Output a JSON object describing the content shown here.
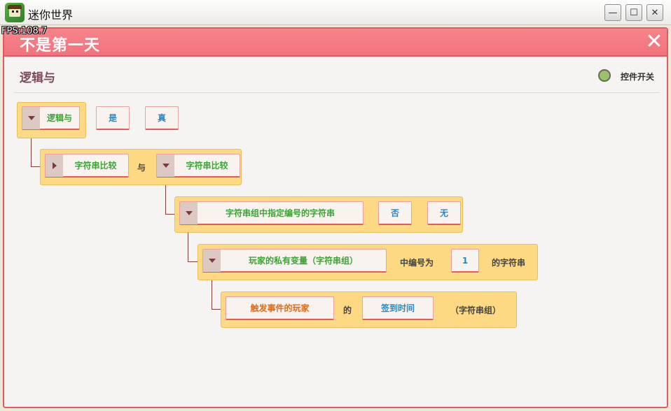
{
  "window": {
    "title": "迷你世界",
    "minimize_label": "—",
    "maximize_label": "☐",
    "close_label": "✕",
    "fps": "FPS:108.7"
  },
  "dialog": {
    "title": "不是第一天",
    "close_label": "✕",
    "section_title": "逻辑与",
    "toggle_label": "控件开关"
  },
  "rows": {
    "r1": {
      "head": "逻辑与",
      "opt1": "是",
      "opt2": "真"
    },
    "r2": {
      "left": "字符串比较",
      "op": "与",
      "right": "字符串比较"
    },
    "r3": {
      "head": "字符串组中指定编号的字符串",
      "opt1": "否",
      "opt2": "无"
    },
    "r4": {
      "head": "玩家的私有变量（字符串组）",
      "mid": "中编号为",
      "num": "1",
      "tail": "的字符串"
    },
    "r5": {
      "left": "触发事件的玩家",
      "of": "的",
      "right": "签到时间",
      "tail": "（字符串组）"
    }
  },
  "colors": {
    "accent": "#f1737d",
    "row_bg": "#fcd982",
    "green_text": "#3aa535",
    "blue_text": "#2a87c6",
    "orange_text": "#e06a1e"
  }
}
